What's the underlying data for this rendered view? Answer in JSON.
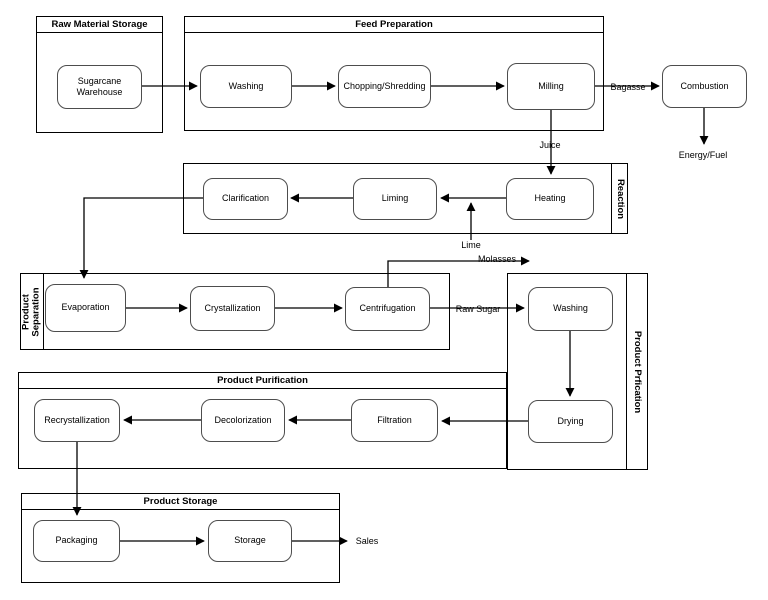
{
  "containers": {
    "raw_material_storage": "Raw Material Storage",
    "feed_preparation": "Feed Preparation",
    "reaction": "Reaction",
    "product_separation": "Product Separation",
    "product_prfication": "Product Prfication",
    "product_purification": "Product Purification",
    "product_storage": "Product Storage"
  },
  "nodes": {
    "sugarcane_warehouse": "Sugarcane Warehouse",
    "washing_feed": "Washing",
    "chopping_shredding": "Chopping/Shredding",
    "milling": "Milling",
    "combustion": "Combustion",
    "heating": "Heating",
    "liming": "Liming",
    "clarification": "Clarification",
    "evaporation": "Evaporation",
    "crystallization": "Crystallization",
    "centrifugation": "Centrifugation",
    "washing_product": "Washing",
    "drying": "Drying",
    "filtration": "Filtration",
    "decolorization": "Decolorization",
    "recrystallization": "Recrystallization",
    "packaging": "Packaging",
    "storage": "Storage"
  },
  "edge_labels": {
    "bagasse": "Bagasse",
    "energy_fuel": "Energy/Fuel",
    "juice": "Juice",
    "lime": "Lime",
    "molasses": "Molasses",
    "raw_sugar": "Raw Sugar",
    "sales": "Sales"
  },
  "colors": {
    "background": "#ffffff",
    "container_border": "#000000",
    "node_border": "#4d4d4d",
    "node_fill": "#ffffff",
    "arrow": "#000000",
    "text": "#000000"
  }
}
